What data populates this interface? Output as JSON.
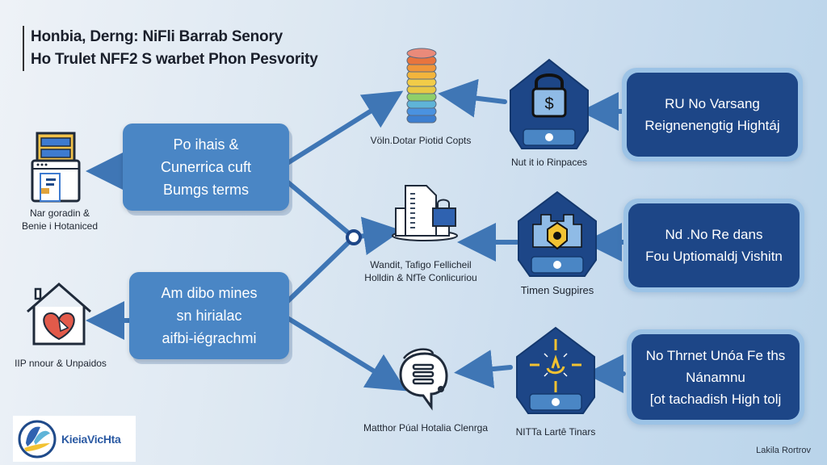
{
  "title": {
    "line1": "Honbia, Derng: NiFli Barrab Senory",
    "line2": "Ho Trulet NFF2 S warbet Phon Pesvority"
  },
  "left_nodes": [
    {
      "icon": "browser-window-icon",
      "caption_line1": "Nar goradin &",
      "caption_line2": "Benie i Hotaniced"
    },
    {
      "icon": "house-heart-icon",
      "caption_line1": "IIP nnour & Unpaidos",
      "caption_line2": ""
    }
  ],
  "hub_boxes": [
    {
      "lines": [
        "Po ihais &",
        "Cunerrica cuft",
        "Bumgs terms"
      ]
    },
    {
      "lines": [
        "Am dibo mines",
        "sn hirialac",
        "aifbi-iégrachmi"
      ]
    }
  ],
  "middle_nodes": [
    {
      "icon": "coin-stack-icon",
      "caption_line1": "Völn.Dotar Piotid Copts",
      "caption_line2": ""
    },
    {
      "icon": "document-server-lock-icon",
      "caption_line1": "Wandit, Tafigo Fellicheil",
      "caption_line2": "Holldin & NfTe Conlicuriou"
    },
    {
      "icon": "chat-bubble-icon",
      "caption_line1": "Matthor Púal Hotalia Clenrga",
      "caption_line2": ""
    }
  ],
  "shield_nodes": [
    {
      "icon": "padlock-dollar-icon",
      "caption": "Nut it io Rinpaces"
    },
    {
      "icon": "castle-shield-icon",
      "caption": "Timen Sugpires"
    },
    {
      "icon": "sparkle-emblem-icon",
      "caption": "NITTa Lartê Tinars"
    }
  ],
  "result_boxes": [
    {
      "lines": [
        "RU No Varsang",
        "Reignenengtig Hightáj"
      ]
    },
    {
      "lines": [
        "Nd .No Re dans",
        "Fou Uptiomaldj Vishitn"
      ]
    },
    {
      "lines": [
        "No Thrnet Unóa Fe ths",
        "Nánamnu",
        "[ot tachadish High tolj"
      ]
    }
  ],
  "logo": {
    "text": "KieiaVicHta"
  },
  "credit": "Lakila Rortrov",
  "colors": {
    "hub_box": "#4a86c5",
    "result_box": "#1d4687",
    "shield": "#1d4687",
    "connector": "#3f76b5"
  }
}
